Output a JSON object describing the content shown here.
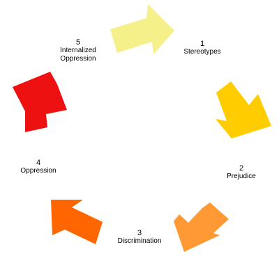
{
  "diagram": {
    "steps": [
      {
        "number": "1",
        "lines": [
          "Stereotypes"
        ],
        "color": "#f5f08a"
      },
      {
        "number": "2",
        "lines": [
          "Prejudice"
        ],
        "color": "#ffcc00"
      },
      {
        "number": "3",
        "lines": [
          "Discrimination"
        ],
        "color": "#ff9933"
      },
      {
        "number": "4",
        "lines": [
          "Oppression"
        ],
        "color": "#ff6600"
      },
      {
        "number": "5",
        "lines": [
          "Internalized",
          "Oppression"
        ],
        "color": "#ee1111"
      }
    ]
  }
}
